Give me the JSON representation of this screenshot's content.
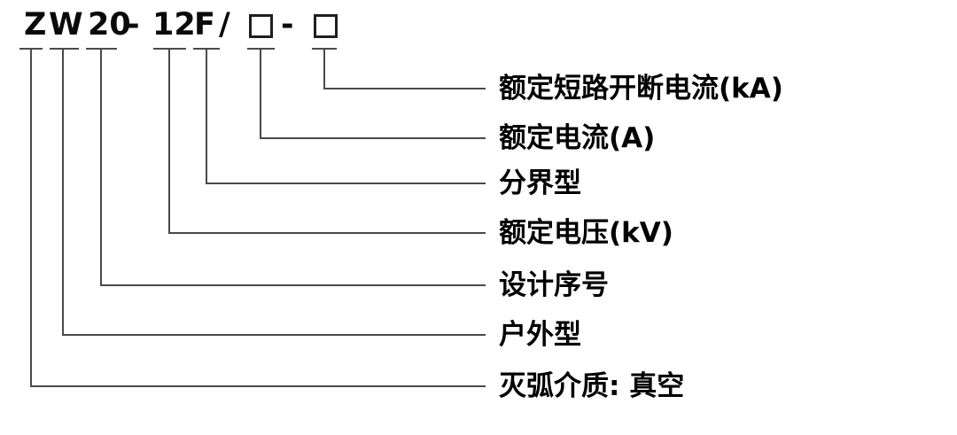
{
  "code": {
    "model": "ZW20-12F/□-□",
    "tokens": [
      "Z",
      "W",
      "20",
      "-",
      "12",
      "F",
      "/",
      "□",
      "-",
      "□"
    ]
  },
  "labels": [
    {
      "code_part": "□ (second box)",
      "text": "额定短路开断电流(kA)"
    },
    {
      "code_part": "□ (first box)",
      "text": "额定电流(A)"
    },
    {
      "code_part": "F",
      "text": "分界型"
    },
    {
      "code_part": "12",
      "text": "额定电压(kV)"
    },
    {
      "code_part": "20",
      "text": "设计序号"
    },
    {
      "code_part": "W",
      "text": "户外型"
    },
    {
      "code_part": "Z",
      "text": "灭弧介质: 真空"
    }
  ],
  "colors": {
    "text": "#000000",
    "line": "#4a4a4a"
  }
}
